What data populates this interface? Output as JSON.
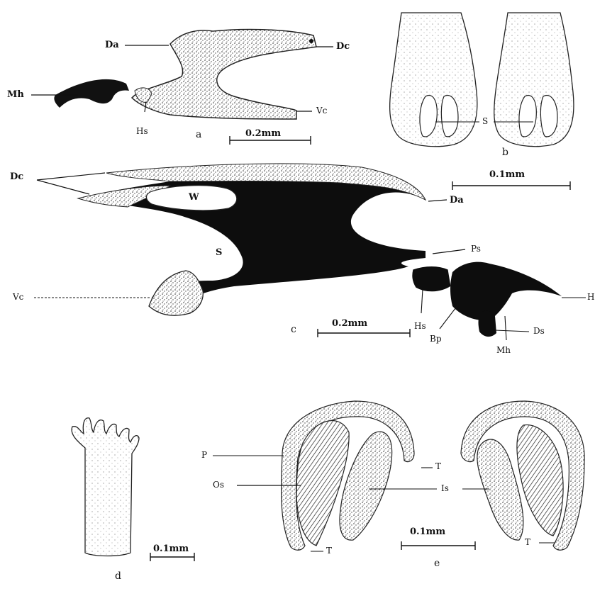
{
  "panels": {
    "a": {
      "letter": "a",
      "scale": "0.2mm",
      "labels": {
        "da": "Da",
        "dc": "Dc",
        "mh": "Mh",
        "hs": "Hs",
        "vc": "Vc"
      }
    },
    "b": {
      "letter": "b",
      "scale": "0.1mm",
      "labels": {
        "s": "S"
      }
    },
    "c": {
      "letter": "c",
      "scale": "0.2mm",
      "labels": {
        "dc": "Dc",
        "w": "W",
        "da": "Da",
        "s": "S",
        "ps": "Ps",
        "vc": "Vc",
        "hs": "Hs",
        "bp": "Bp",
        "ds": "Ds",
        "mh": "Mh",
        "h": "H"
      }
    },
    "d": {
      "letter": "d",
      "scale": "0.1mm"
    },
    "e": {
      "letter": "e",
      "scale": "0.1mm",
      "labels": {
        "p": "P",
        "os": "Os",
        "t_top": "T",
        "is": "Is",
        "t_left": "T",
        "t_right": "T"
      }
    }
  }
}
